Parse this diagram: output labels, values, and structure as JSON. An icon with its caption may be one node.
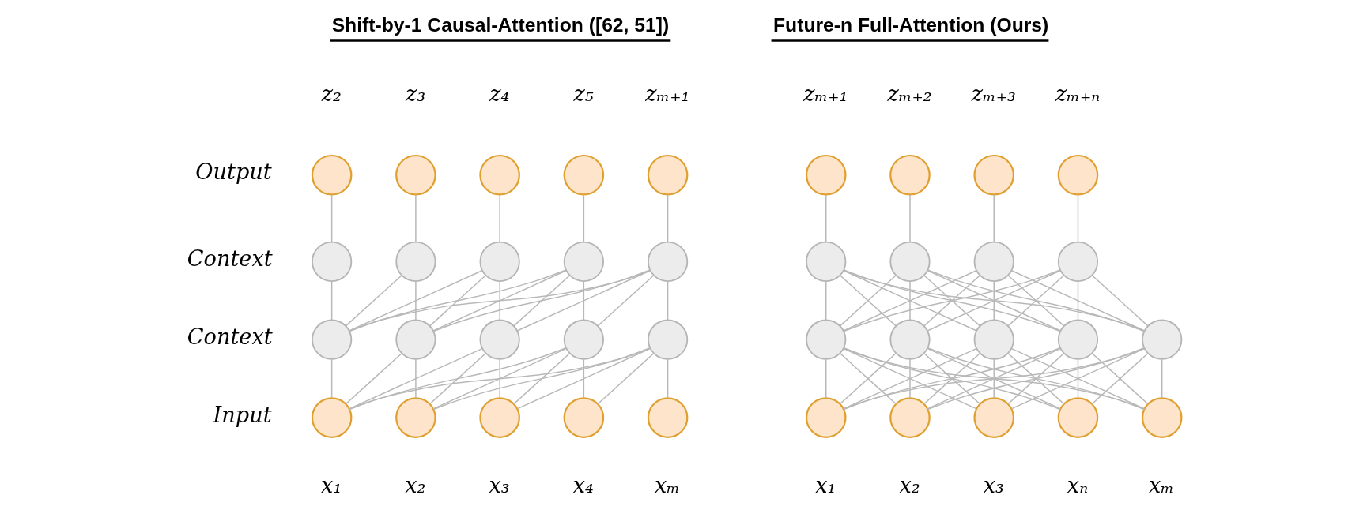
{
  "diagram": {
    "nodes": [
      {
        "text": [],
        "shape": "circle",
        "beside": [
          "z₂"
        ]
      },
      {
        "text": [],
        "shape": "circle",
        "beside": [
          "z₃"
        ]
      },
      {
        "text": [],
        "shape": "circle",
        "beside": [
          "z₄"
        ]
      },
      {
        "text": [],
        "shape": "circle",
        "beside": [
          "z₅"
        ]
      },
      {
        "text": [],
        "shape": "circle",
        "beside": [
          "zₘ₊₁"
        ]
      },
      {
        "text": [],
        "shape": "circle"
      },
      {
        "text": [],
        "shape": "circle"
      },
      {
        "text": [],
        "shape": "circle"
      },
      {
        "text": [],
        "shape": "circle"
      },
      {
        "text": [],
        "shape": "circle"
      },
      {
        "text": [],
        "shape": "circle"
      },
      {
        "text": [],
        "shape": "circle"
      },
      {
        "text": [],
        "shape": "circle"
      },
      {
        "text": [],
        "shape": "circle"
      },
      {
        "text": [],
        "shape": "circle"
      },
      {
        "text": [],
        "shape": "circle",
        "beside": [
          "x₁"
        ]
      },
      {
        "text": [],
        "shape": "circle",
        "beside": [
          "x₂"
        ]
      },
      {
        "text": [],
        "shape": "circle",
        "beside": [
          "x₃"
        ]
      },
      {
        "text": [],
        "shape": "circle",
        "beside": [
          "x₄"
        ]
      },
      {
        "text": [],
        "shape": "circle",
        "beside": [
          "xₘ"
        ]
      },
      {
        "text": [],
        "shape": "circle",
        "beside": [
          "zₘ₊₁"
        ]
      },
      {
        "text": [],
        "shape": "circle",
        "beside": [
          "zₘ₊₂"
        ]
      },
      {
        "text": [],
        "shape": "circle",
        "beside": [
          "zₘ₊₃"
        ]
      },
      {
        "text": [],
        "shape": "circle",
        "beside": [
          "zₘ₊ₙ"
        ]
      },
      {
        "text": [],
        "shape": "circle"
      },
      {
        "text": [],
        "shape": "circle"
      },
      {
        "text": [],
        "shape": "circle"
      },
      {
        "text": [],
        "shape": "circle"
      },
      {
        "text": [],
        "shape": "circle"
      },
      {
        "text": [],
        "shape": "circle"
      },
      {
        "text": [],
        "shape": "circle"
      },
      {
        "text": [],
        "shape": "circle"
      },
      {
        "text": [],
        "shape": "circle"
      },
      {
        "text": [],
        "shape": "circle",
        "beside": [
          "x₁"
        ]
      },
      {
        "text": [],
        "shape": "circle",
        "beside": [
          "x₂"
        ]
      },
      {
        "text": [],
        "shape": "circle",
        "beside": [
          "x₃"
        ]
      },
      {
        "text": [],
        "shape": "circle",
        "beside": [
          "xₙ"
        ]
      },
      {
        "text": [],
        "shape": "circle",
        "beside": [
          "xₘ"
        ]
      }
    ],
    "edges": [
      {
        "from": 0,
        "to": 5,
        "arrow": "none"
      },
      {
        "from": 1,
        "to": 6,
        "arrow": "none"
      },
      {
        "from": 2,
        "to": 7,
        "arrow": "none"
      },
      {
        "from": 3,
        "to": 8,
        "arrow": "none"
      },
      {
        "from": 4,
        "to": 9,
        "arrow": "none"
      },
      {
        "from": 5,
        "to": 10,
        "arrow": "none"
      },
      {
        "from": 6,
        "to": 10,
        "arrow": "none"
      },
      {
        "from": 6,
        "to": 11,
        "arrow": "none"
      },
      {
        "from": 7,
        "to": 10,
        "arrow": "none"
      },
      {
        "from": 7,
        "to": 11,
        "arrow": "none"
      },
      {
        "from": 7,
        "to": 12,
        "arrow": "none"
      },
      {
        "from": 8,
        "to": 10,
        "arrow": "none"
      },
      {
        "from": 8,
        "to": 11,
        "arrow": "none"
      },
      {
        "from": 8,
        "to": 12,
        "arrow": "none"
      },
      {
        "from": 8,
        "to": 13,
        "arrow": "none"
      },
      {
        "from": 9,
        "to": 10,
        "arrow": "none"
      },
      {
        "from": 9,
        "to": 11,
        "arrow": "none"
      },
      {
        "from": 9,
        "to": 12,
        "arrow": "none"
      },
      {
        "from": 9,
        "to": 13,
        "arrow": "none"
      },
      {
        "from": 9,
        "to": 14,
        "arrow": "none"
      },
      {
        "from": 10,
        "to": 15,
        "arrow": "none"
      },
      {
        "from": 11,
        "to": 15,
        "arrow": "none"
      },
      {
        "from": 11,
        "to": 16,
        "arrow": "none"
      },
      {
        "from": 12,
        "to": 15,
        "arrow": "none"
      },
      {
        "from": 12,
        "to": 16,
        "arrow": "none"
      },
      {
        "from": 12,
        "to": 17,
        "arrow": "none"
      },
      {
        "from": 13,
        "to": 15,
        "arrow": "none"
      },
      {
        "from": 13,
        "to": 16,
        "arrow": "none"
      },
      {
        "from": 13,
        "to": 17,
        "arrow": "none"
      },
      {
        "from": 13,
        "to": 18,
        "arrow": "none"
      },
      {
        "from": 14,
        "to": 15,
        "arrow": "none"
      },
      {
        "from": 14,
        "to": 16,
        "arrow": "none"
      },
      {
        "from": 14,
        "to": 17,
        "arrow": "none"
      },
      {
        "from": 14,
        "to": 18,
        "arrow": "none"
      },
      {
        "from": 14,
        "to": 19,
        "arrow": "none"
      },
      {
        "from": 20,
        "to": 24,
        "arrow": "none"
      },
      {
        "from": 21,
        "to": 25,
        "arrow": "none"
      },
      {
        "from": 22,
        "to": 26,
        "arrow": "none"
      },
      {
        "from": 23,
        "to": 27,
        "arrow": "none"
      },
      {
        "from": 24,
        "to": 28,
        "arrow": "none"
      },
      {
        "from": 24,
        "to": 29,
        "arrow": "none"
      },
      {
        "from": 24,
        "to": 30,
        "arrow": "none"
      },
      {
        "from": 24,
        "to": 31,
        "arrow": "none"
      },
      {
        "from": 24,
        "to": 32,
        "arrow": "none"
      },
      {
        "from": 25,
        "to": 28,
        "arrow": "none"
      },
      {
        "from": 25,
        "to": 29,
        "arrow": "none"
      },
      {
        "from": 25,
        "to": 30,
        "arrow": "none"
      },
      {
        "from": 25,
        "to": 31,
        "arrow": "none"
      },
      {
        "from": 25,
        "to": 32,
        "arrow": "none"
      },
      {
        "from": 26,
        "to": 28,
        "arrow": "none"
      },
      {
        "from": 26,
        "to": 29,
        "arrow": "none"
      },
      {
        "from": 26,
        "to": 30,
        "arrow": "none"
      },
      {
        "from": 26,
        "to": 31,
        "arrow": "none"
      },
      {
        "from": 26,
        "to": 32,
        "arrow": "none"
      },
      {
        "from": 27,
        "to": 28,
        "arrow": "none"
      },
      {
        "from": 27,
        "to": 29,
        "arrow": "none"
      },
      {
        "from": 27,
        "to": 30,
        "arrow": "none"
      },
      {
        "from": 27,
        "to": 31,
        "arrow": "none"
      },
      {
        "from": 27,
        "to": 32,
        "arrow": "none"
      },
      {
        "from": 28,
        "to": 33,
        "arrow": "none"
      },
      {
        "from": 28,
        "to": 34,
        "arrow": "none"
      },
      {
        "from": 28,
        "to": 35,
        "arrow": "none"
      },
      {
        "from": 28,
        "to": 36,
        "arrow": "none"
      },
      {
        "from": 28,
        "to": 37,
        "arrow": "none"
      },
      {
        "from": 29,
        "to": 33,
        "arrow": "none"
      },
      {
        "from": 29,
        "to": 34,
        "arrow": "none"
      },
      {
        "from": 29,
        "to": 35,
        "arrow": "none"
      },
      {
        "from": 29,
        "to": 36,
        "arrow": "none"
      },
      {
        "from": 29,
        "to": 37,
        "arrow": "none"
      },
      {
        "from": 30,
        "to": 33,
        "arrow": "none"
      },
      {
        "from": 30,
        "to": 34,
        "arrow": "none"
      },
      {
        "from": 30,
        "to": 35,
        "arrow": "none"
      },
      {
        "from": 30,
        "to": 36,
        "arrow": "none"
      },
      {
        "from": 30,
        "to": 37,
        "arrow": "none"
      },
      {
        "from": 31,
        "to": 33,
        "arrow": "none"
      },
      {
        "from": 31,
        "to": 34,
        "arrow": "none"
      },
      {
        "from": 31,
        "to": 35,
        "arrow": "none"
      },
      {
        "from": 31,
        "to": 36,
        "arrow": "none"
      },
      {
        "from": 31,
        "to": 37,
        "arrow": "none"
      },
      {
        "from": 32,
        "to": 33,
        "arrow": "none"
      },
      {
        "from": 32,
        "to": 34,
        "arrow": "none"
      },
      {
        "from": 32,
        "to": 35,
        "arrow": "none"
      },
      {
        "from": 32,
        "to": 36,
        "arrow": "none"
      },
      {
        "from": 32,
        "to": 37,
        "arrow": "none"
      }
    ],
    "labels": [
      "Shift-by-1 Causal-Attention ([62, 51])",
      "Future-n Full-Attention (Ours)",
      "Output",
      "Context",
      "Context",
      "Input"
    ]
  }
}
